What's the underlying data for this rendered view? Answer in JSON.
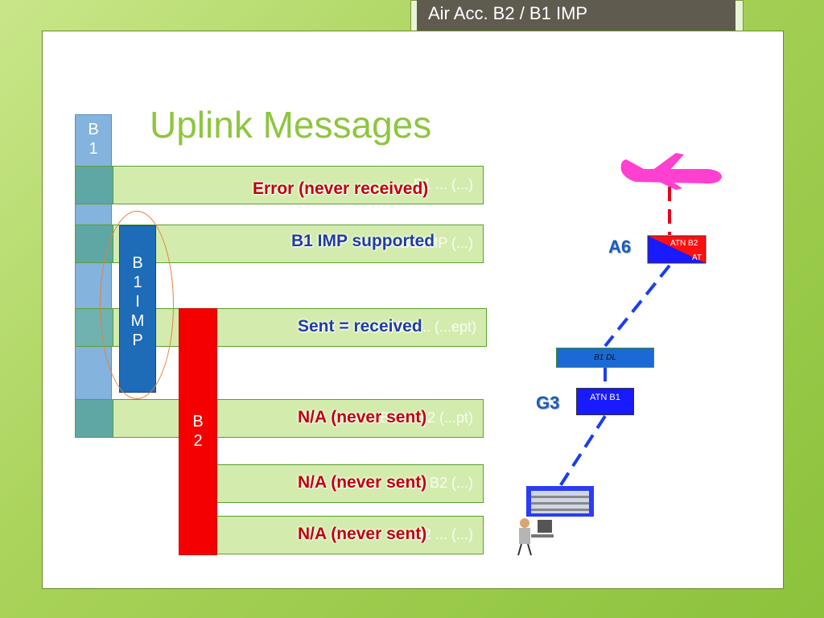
{
  "header": {
    "title": "Air Acc.  B2 / B1 IMP"
  },
  "slide": {
    "title": "Uplink Messages"
  },
  "columns": {
    "b1": "B\n1",
    "b1imp": "B\n1\nI\nM\nP",
    "b2": "B\n2"
  },
  "rows": [
    {
      "overlay": "Error (never received)",
      "ghost": "B1 ... (...)"
    },
    {
      "overlay": "B1 IMP supported",
      "ghost": "B1/IMP (...)"
    },
    {
      "overlay": "Sent = received",
      "ghost": "B1 ... (...ept)"
    },
    {
      "overlay": "N/A (never sent)",
      "ghost": "B1 ... B2 (...pt)"
    },
    {
      "overlay": "N/A (never sent)",
      "ghost": "... B2 (...)"
    },
    {
      "overlay": "N/A (never sent)",
      "ghost": "B2 ... (...)"
    }
  ],
  "diagram": {
    "a6_label": "A6",
    "g3_label": "G3",
    "atn_b2": "ATN B2",
    "at": "AT",
    "b1_dl": "B1 DL",
    "atn_b1": "ATN B1"
  }
}
